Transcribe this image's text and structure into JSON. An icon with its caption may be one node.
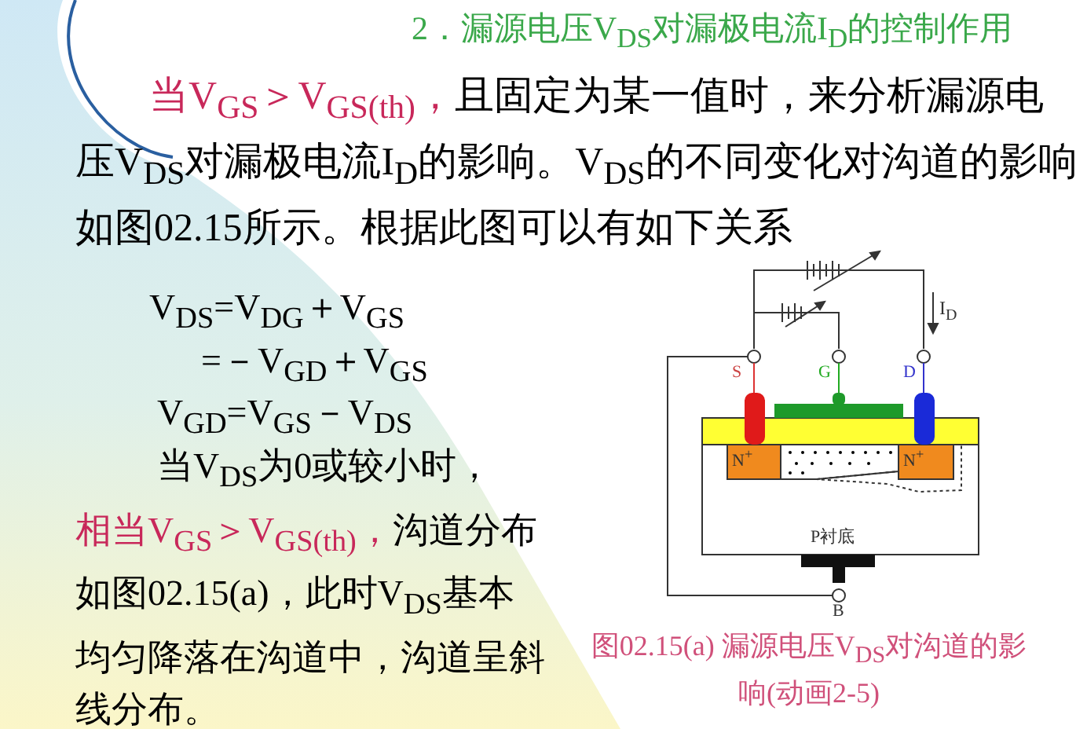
{
  "diagram": {
    "title": "2．漏源电压V$_{DS}$对漏极电流I$_{D}$的控制作用",
    "labels": [
      "当V$_{GS}$＞V$_{GS(th)}$，",
      "且固定为某一值时，来分析漏源电压V$_{DS}$对漏极电流I$_{D}$的影响。V$_{DS}$的不同变化对沟道的影响如图02.15所示。根据此图可以有如下关系",
      "V$_{DS}$=V$_{DG}$＋V$_{GS}$",
      "=－V$_{GD}$＋V$_{GS}$",
      "V$_{GD}$=V$_{GS}$－V$_{DS}$",
      "当V$_{DS}$为0或较小时，",
      "相当V$_{GS}$＞V$_{GS(th)}$，",
      "沟道分布如图02.15(a)，此时V$_{DS}$基本均匀降落在沟道中，沟道呈斜线分布。",
      "I$_{D}$",
      "S",
      "G",
      "D",
      "N$^{+}$",
      "N$^{+}$",
      "P衬底",
      "B"
    ],
    "caption": "图02.15(a) 漏源电压V$_{DS}$对沟道的影响(动画2-5)"
  }
}
